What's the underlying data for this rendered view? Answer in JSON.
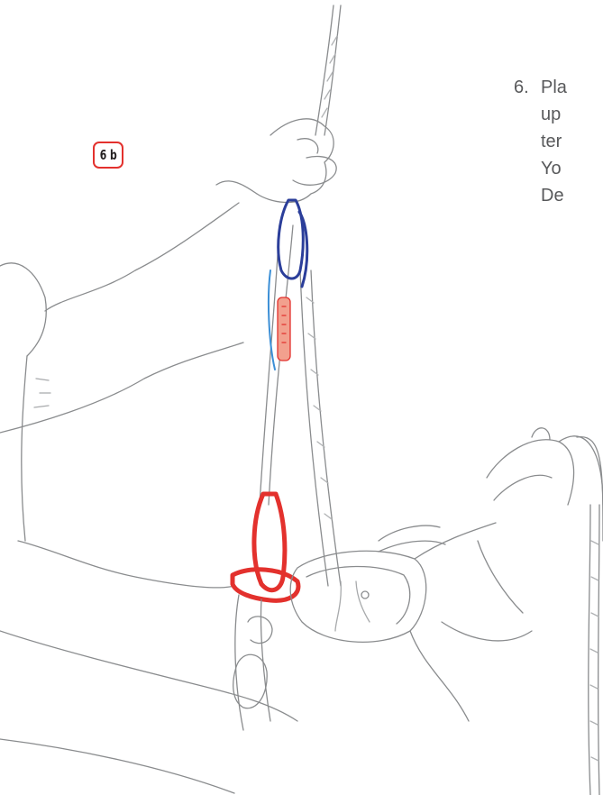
{
  "step": {
    "badge_label": "6 b"
  },
  "instructions": {
    "number": "6.",
    "lines": [
      "Pla",
      "up",
      "ter",
      "Yo",
      "De"
    ]
  },
  "illustration": {
    "accent_red": "#e3312d",
    "accent_blue": "#2b3e9a",
    "line_color": "#8a8c8e"
  }
}
